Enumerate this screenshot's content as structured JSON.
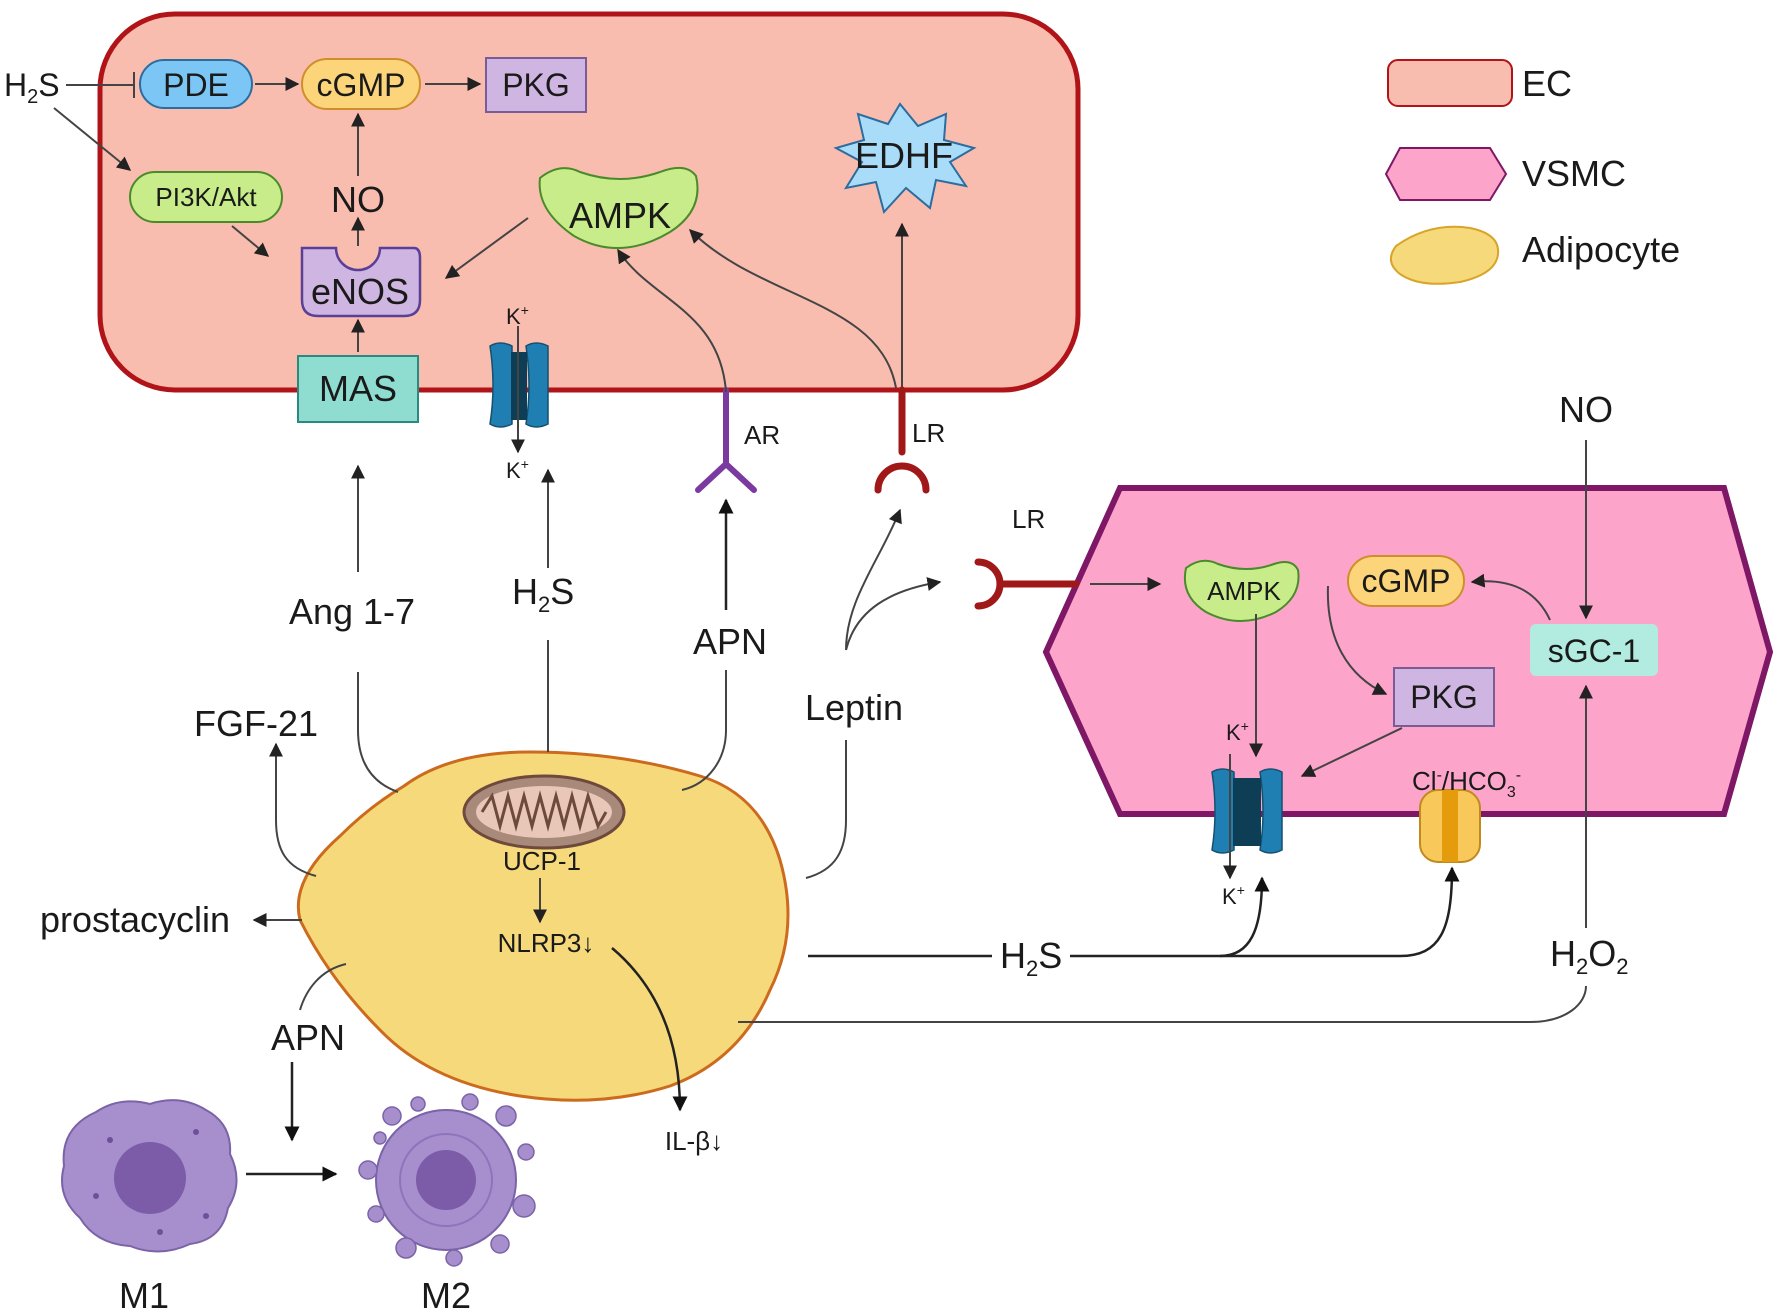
{
  "legend": {
    "ec": "EC",
    "vsmc": "VSMC",
    "adipocyte": "Adipocyte"
  },
  "ec_cell": {
    "pde": "PDE",
    "cgmp": "cGMP",
    "pkg": "PKG",
    "pi3k": "PI3K/Akt",
    "no": "NO",
    "enos": "eNOS",
    "ampk": "AMPK",
    "edhf": "EDHF",
    "mas": "MAS",
    "k_top": "K",
    "k_top_sup": "+",
    "k_bottom": "K",
    "k_bottom_sup": "+",
    "h2s_left_main": "H",
    "h2s_left_sub": "2",
    "h2s_left_tail": "S"
  },
  "receptors": {
    "ar": "AR",
    "lr_ec": "LR",
    "lr_vsmc": "LR"
  },
  "mediators": {
    "ang": "Ang 1-7",
    "h2s_mid_main": "H",
    "h2s_mid_sub": "2",
    "h2s_mid_tail": "S",
    "apn_up": "APN",
    "leptin": "Leptin",
    "fgf21": "FGF-21",
    "prostacyclin": "prostacyclin",
    "apn_down": "APN",
    "h2s_right_main": "H",
    "h2s_right_sub": "2",
    "h2s_right_tail": "S",
    "h2o2_h": "H",
    "h2o2_2a": "2",
    "h2o2_o": "O",
    "h2o2_2b": "2",
    "no_vsmc": "NO"
  },
  "adipocyte_cell": {
    "ucp1": "UCP-1",
    "nlrp3": "NLRP3↓",
    "il": "IL-β↓"
  },
  "vsmc_cell": {
    "ampk": "AMPK",
    "cgmp": "cGMP",
    "pkg": "PKG",
    "sgc": "sGC-1",
    "k_top": "K",
    "k_top_sup": "+",
    "k_bottom": "K",
    "k_bottom_sup": "+",
    "cl_main": "Cl",
    "cl_sup": "-",
    "hco_main": "/HCO",
    "hco_sub": "3",
    "hco_sup": "-"
  },
  "macrophages": {
    "m1": "M1",
    "m2": "M2"
  },
  "colors": {
    "ec_fill": "#f9bdb0",
    "ec_border": "#b01419",
    "vsmc_fill": "#fda4cb",
    "vsmc_border": "#7d1766",
    "adipocyte_fill": "#f6d97a",
    "adipocyte_border": "#cc6a1e",
    "ampk": "#c8ec8a",
    "cgmp": "#fcd57a",
    "pde": "#7cc6f5",
    "pkg": "#cfb6e2",
    "mas": "#8fdcd0",
    "sgc": "#b2ece1",
    "edhf": "#a9dcf9",
    "channel": "#1f7fb3",
    "macrophage": "#a68fcc"
  }
}
